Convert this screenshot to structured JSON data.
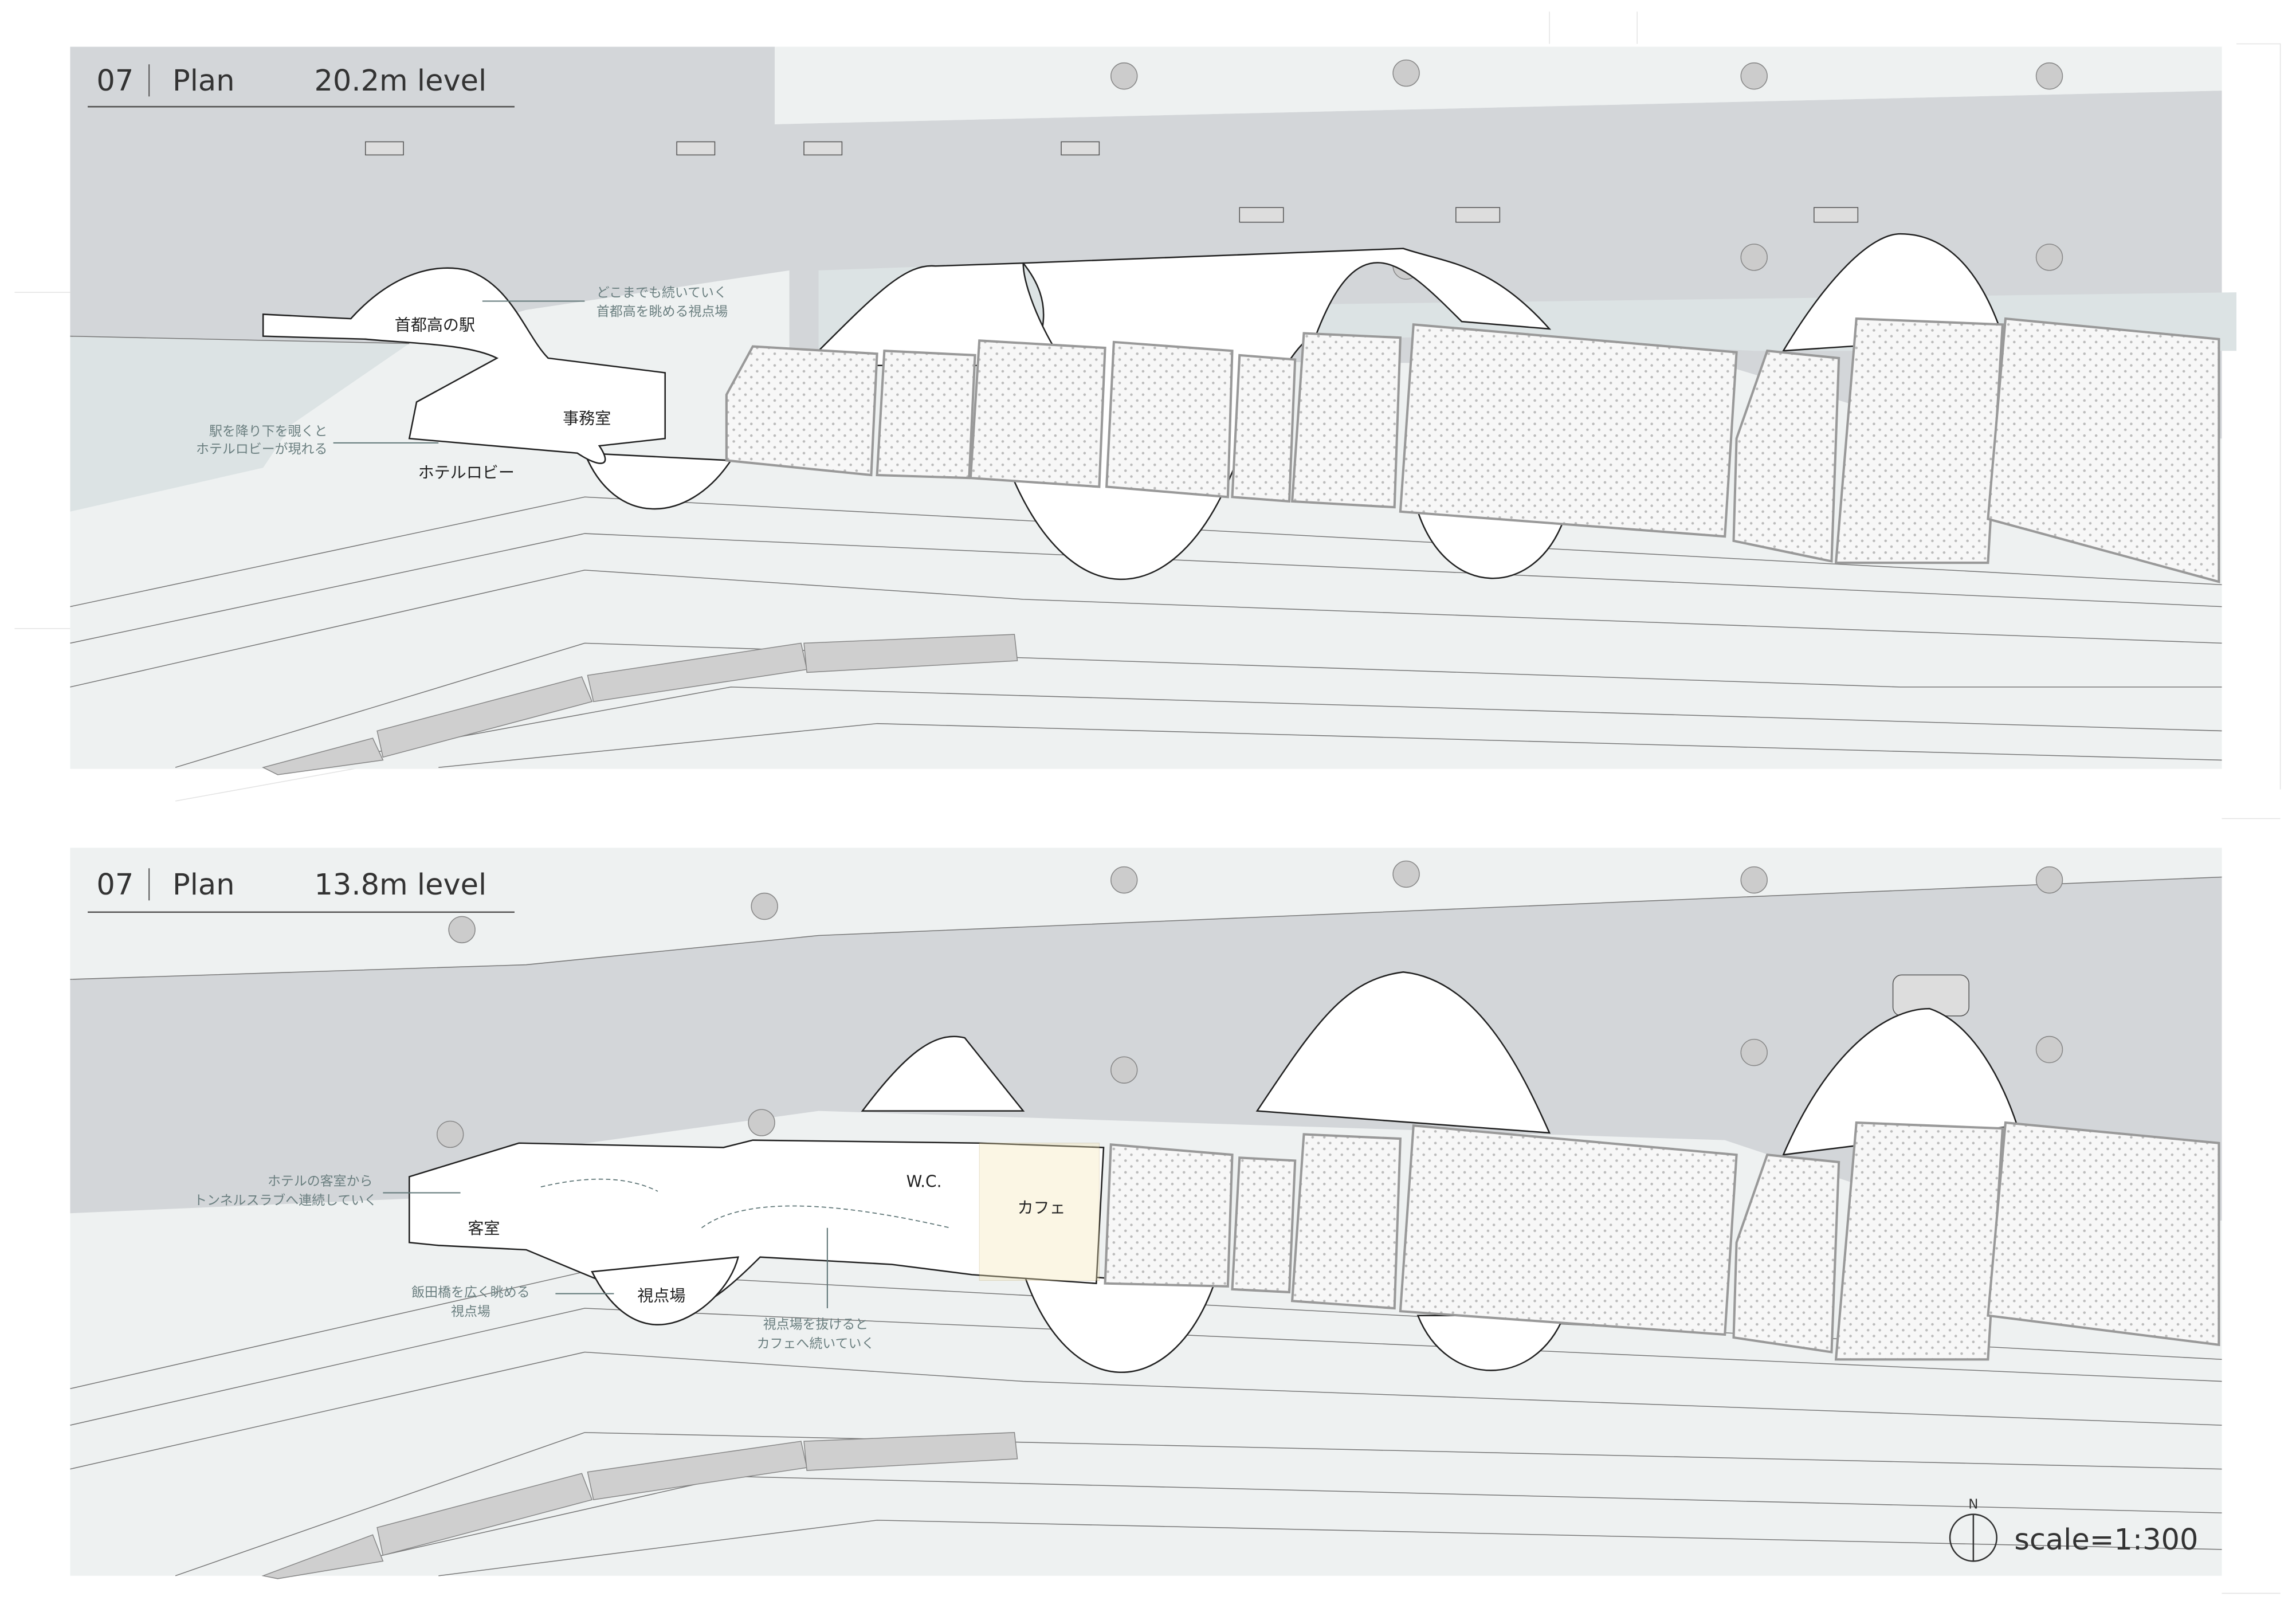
{
  "plans": [
    {
      "number": "07",
      "label": "Plan",
      "level": "20.2m level",
      "rooms": {
        "station": "首都高の駅",
        "office": "事務室",
        "hotel_lobby": "ホテルロビー"
      },
      "notes": {
        "viewpoint": [
          "どこまでも続いていく",
          "首都高を眺める視点場"
        ],
        "lobby": [
          "駅を降り下を覗くと",
          "ホテルロビーが現れる"
        ]
      }
    },
    {
      "number": "07",
      "label": "Plan",
      "level": "13.8m level",
      "rooms": {
        "guest_room": "客室",
        "viewpoint": "視点場",
        "wc": "W.C.",
        "cafe": "カフェ"
      },
      "notes": {
        "tunnel": [
          "ホテルの客室から",
          "トンネルスラブへ連続していく"
        ],
        "iidabashi": [
          "飯田橋を広く眺める",
          "視点場"
        ],
        "cafe": [
          "視点場を抜けると",
          "カフェへ続いていく"
        ]
      }
    }
  ],
  "north_label": "N",
  "scale": "scale=1:300",
  "colors": {
    "road": "#d3d6d9",
    "ground": "#eef1f1",
    "water": "#dce3e4",
    "furniture": "#f6e7b4",
    "note": "#6b7f80"
  }
}
